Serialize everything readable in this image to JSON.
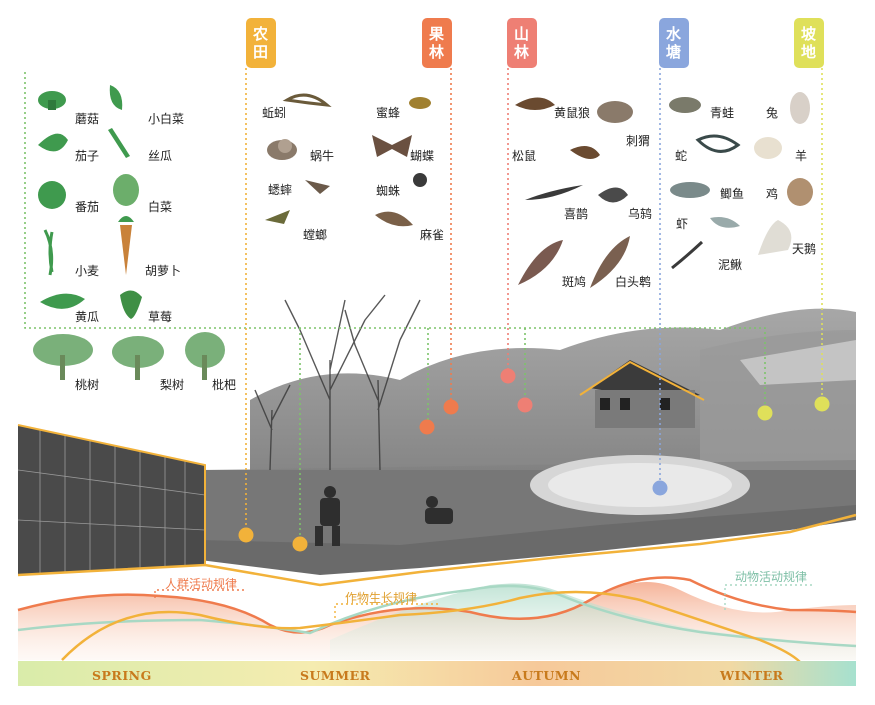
{
  "zones": [
    {
      "id": "farmland",
      "chars": [
        "农",
        "田"
      ],
      "color": "#f2b23a"
    },
    {
      "id": "orchard",
      "chars": [
        "果",
        "林"
      ],
      "color": "#ef7b4d"
    },
    {
      "id": "forest",
      "chars": [
        "山",
        "林"
      ],
      "color": "#ee7f74"
    },
    {
      "id": "pond",
      "chars": [
        "水",
        "塘"
      ],
      "color": "#8aa6dd"
    },
    {
      "id": "slope",
      "chars": [
        "坡",
        "地"
      ],
      "color": "#dfe05a"
    }
  ],
  "plants": [
    "蘑菇",
    "小白菜",
    "茄子",
    "丝瓜",
    "番茄",
    "白菜",
    "小麦",
    "胡萝卜",
    "黄瓜",
    "草莓"
  ],
  "trees": [
    "桃树",
    "梨树",
    "枇杷"
  ],
  "farmland_animals": [
    "蚯蚓",
    "蜗牛",
    "蟋蟀",
    "螳螂"
  ],
  "orchard_animals": [
    "蜜蜂",
    "蝴蝶",
    "蜘蛛",
    "麻雀"
  ],
  "forest_animals": [
    "黄鼠狼",
    "刺猬",
    "松鼠",
    "喜鹊",
    "乌鸫",
    "斑鸠",
    "白头鹎"
  ],
  "pond_animals": [
    "青蛙",
    "蛇",
    "鲫鱼",
    "虾",
    "泥鳅"
  ],
  "slope_animals": [
    "兔",
    "羊",
    "鸡",
    "天鹅"
  ],
  "curve_labels": {
    "human": "人群活动规律",
    "crop": "作物生长规律",
    "animal": "动物活动规律"
  },
  "seasons": [
    "SPRING",
    "SUMMER",
    "AUTUMN",
    "WINTER"
  ],
  "colors": {
    "human": "#ef7b4d",
    "crop": "#f2b23a",
    "animal": "#8fc9b0",
    "dot_green": "#7dc36a"
  }
}
